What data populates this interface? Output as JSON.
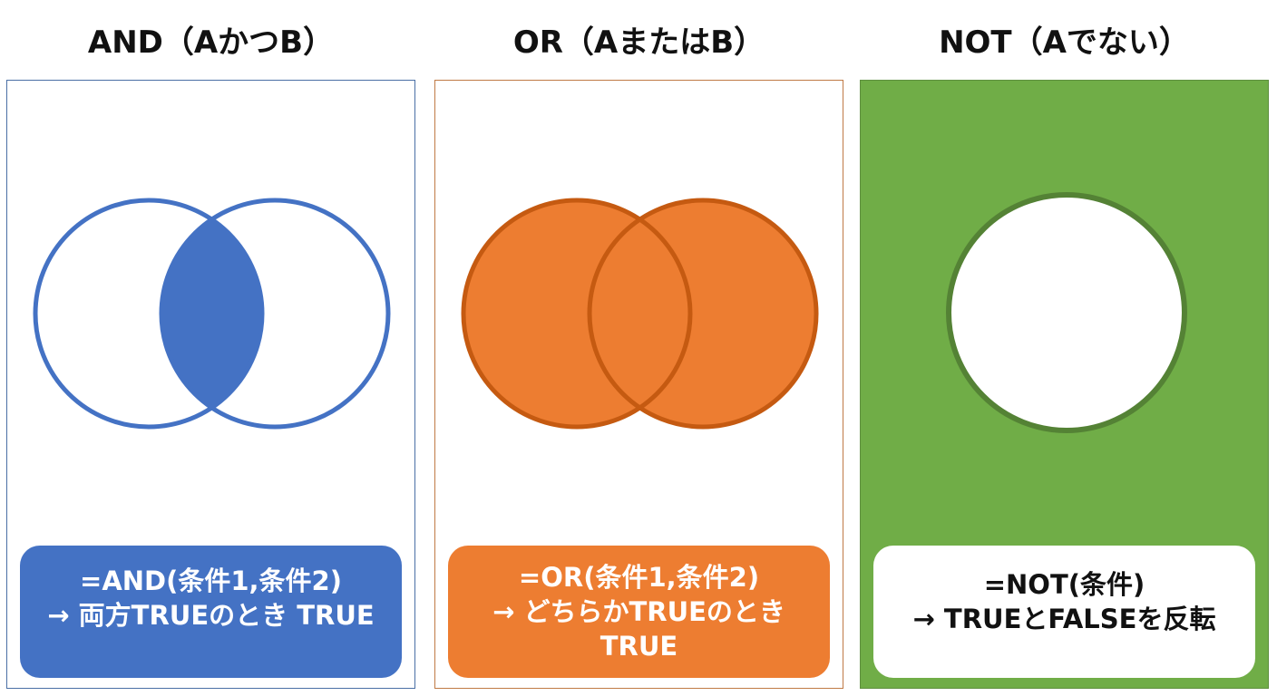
{
  "panels": [
    {
      "id": "and",
      "title": "AND（AかつB）",
      "formula": "=AND(条件1,条件2)",
      "description_lines": [
        "→ 両方TRUEのとき TRUE"
      ],
      "colors": {
        "border": "#4a6fa5",
        "fill": "#4472c4",
        "stroke": "#4472c4",
        "box_bg": "#4472c4",
        "box_text": "#ffffff",
        "panel_bg": "#ffffff"
      },
      "diagram": "intersection"
    },
    {
      "id": "or",
      "title": "OR（AまたはB）",
      "formula": "=OR(条件1,条件2)",
      "description_lines": [
        "→ どちらかTRUEのとき",
        "TRUE"
      ],
      "colors": {
        "border": "#c07a45",
        "fill": "#ed7d31",
        "stroke": "#c55a11",
        "box_bg": "#ed7d31",
        "box_text": "#ffffff",
        "panel_bg": "#ffffff"
      },
      "diagram": "union"
    },
    {
      "id": "not",
      "title": "NOT（Aでない）",
      "formula": "=NOT(条件)",
      "description_lines": [
        "→ TRUEとFALSEを反転"
      ],
      "colors": {
        "border": "#5e8f3e",
        "fill": "#ffffff",
        "stroke": "#548235",
        "box_bg": "#ffffff",
        "box_text": "#111111",
        "panel_bg": "#70ad47"
      },
      "diagram": "complement"
    }
  ]
}
